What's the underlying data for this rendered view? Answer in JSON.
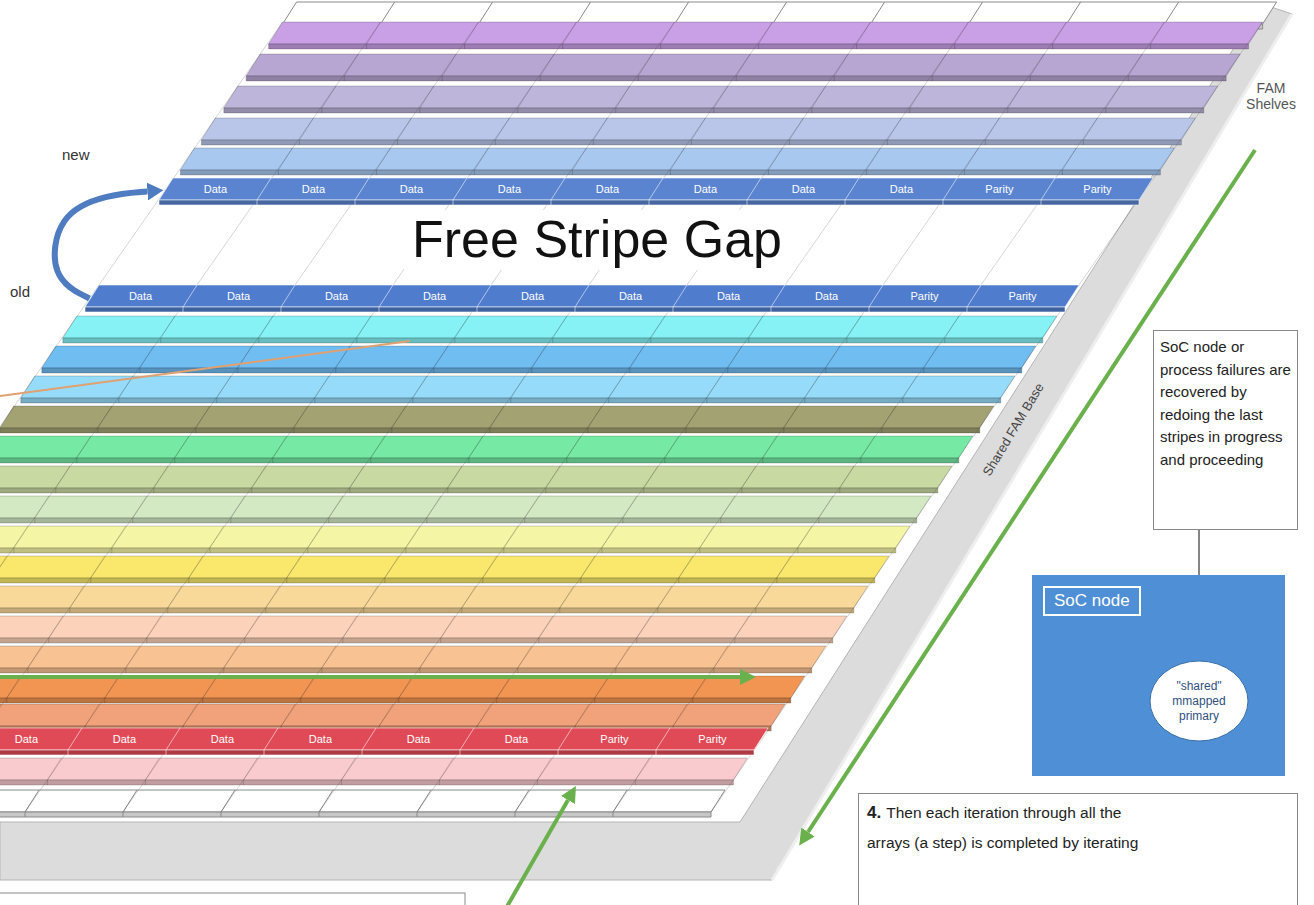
{
  "diagram": {
    "nodes": [
      {
        "text": [
          "Data",
          "Data",
          "Data",
          "Data",
          "Data",
          "Data",
          "Data",
          "Data",
          "Parity",
          "Parity"
        ]
      },
      {
        "text": [
          "Data",
          "Data",
          "Data",
          "Data",
          "Data",
          "Data",
          "Data",
          "Data",
          "Parity",
          "Parity"
        ]
      },
      {
        "text": [
          "Data",
          "Data",
          "Data",
          "Data",
          "Data",
          "Data",
          "Parity",
          "Parity"
        ]
      },
      {
        "text": [
          "SoC node or process failures are recovered by redoing the last stripes in progress and proceeding"
        ]
      },
      {
        "text": [
          "SoC node"
        ]
      },
      {
        "text": [
          "\"shared\" mmapped primary"
        ],
        "in": 4
      },
      {
        "text": [
          "4.",
          "Then each iteration through all the arrays (a step) is completed by iterating"
        ]
      }
    ],
    "edges": [
      {
        "from": 1,
        "to": 0,
        "arrow": "to"
      },
      {
        "from": 3,
        "to": 5,
        "arrow": "none"
      }
    ],
    "labels": [
      "new",
      "old",
      "Free Stripe Gap",
      "FAM Shelves",
      "Shared FAM Base"
    ]
  }
}
